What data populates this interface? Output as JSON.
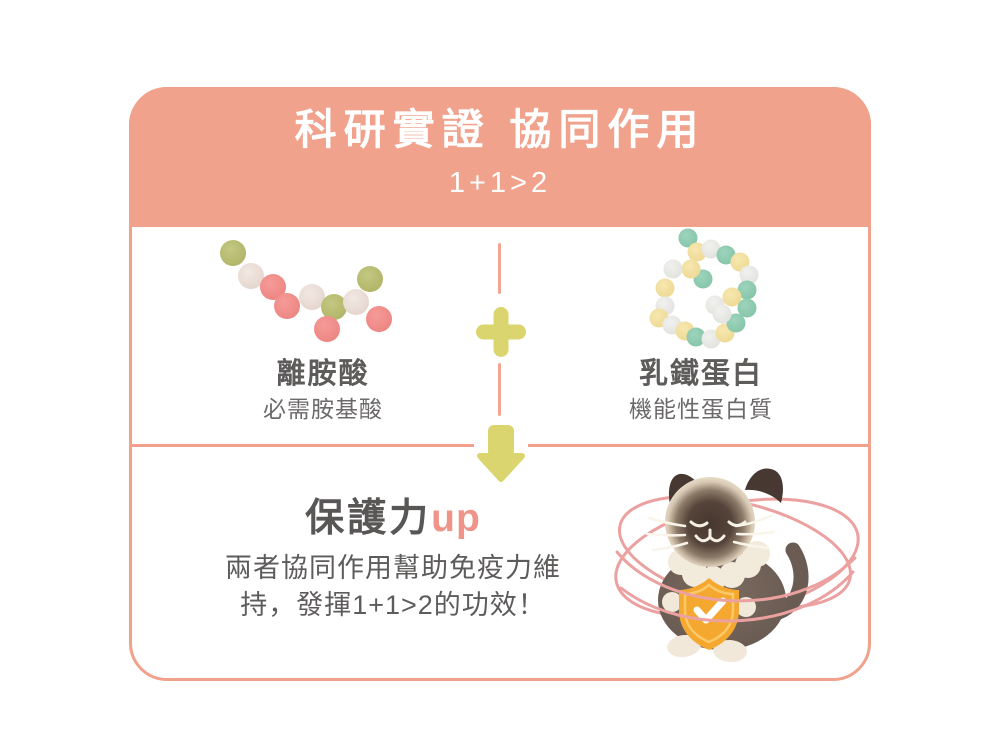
{
  "header": {
    "title": "科研實證 協同作用",
    "subtitle": "1+1>2"
  },
  "ingredients": {
    "left": {
      "name": "離胺酸",
      "category": "必需胺基酸",
      "illustration": "amino-acid-bead-chain",
      "bead_colors": [
        "#B6BC71",
        "#ECE1DA",
        "#F18E8B"
      ]
    },
    "right": {
      "name": "乳鐵蛋白",
      "category": "機能性蛋白質",
      "illustration": "protein-bead-cluster",
      "bead_colors": [
        "#8FCBB1",
        "#F3DFA0",
        "#E9E9E7"
      ]
    }
  },
  "icons": {
    "between_ingredients": "plus-icon",
    "to_result": "down-arrow-icon",
    "result_badge": "shield-check-icon"
  },
  "result": {
    "title_main": "保護力",
    "title_accent": "up",
    "description_line1": "兩者協同作用幫助免疫力維",
    "description_line2": "持，發揮1+1>2的功效！",
    "illustration": "cat-with-shield-and-orbit-rings"
  },
  "colors": {
    "card_accent": "#F0A28C",
    "divider_line": "#F2A08C",
    "plus_and_arrow": "#DBD56F",
    "header_text": "#FFFFFF",
    "body_text": "#5E5B5B",
    "accent_text": "#F0948A",
    "ring_pink": "#ECA1A1",
    "shield_gold": "#F5A82F"
  }
}
